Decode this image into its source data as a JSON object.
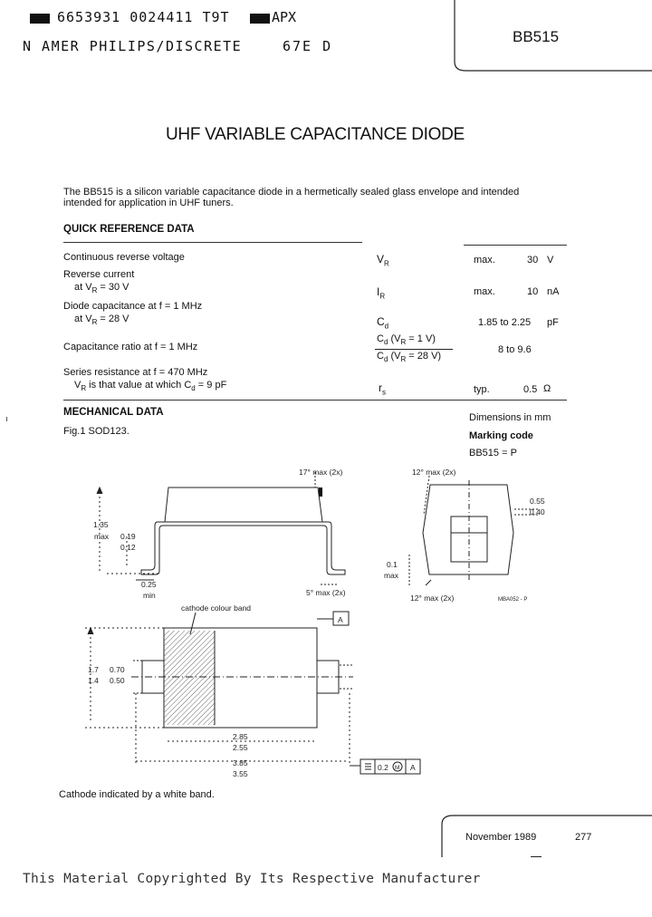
{
  "header": {
    "code_line": "6653931 0024411 T9T",
    "code_suffix": "APX",
    "company": "N AMER PHILIPS/DISCRETE",
    "company_code": "67E D",
    "part_number": "BB515"
  },
  "title": "UHF VARIABLE CAPACITANCE DIODE",
  "intro": {
    "line1": "The BB515 is a silicon variable capacitance diode in a hermetically sealed glass envelope and intended",
    "line2": "intended for application in UHF tuners."
  },
  "quick_reference": {
    "heading": "QUICK REFERENCE DATA",
    "rows": [
      {
        "param": "Continuous reverse voltage",
        "cond": "",
        "symbol": "V",
        "sub": "R",
        "qual": "max.",
        "value": "30",
        "unit": "V"
      },
      {
        "param": "Reverse current",
        "cond": "at V_R = 30 V",
        "symbol": "I",
        "sub": "R",
        "qual": "max.",
        "value": "10",
        "unit": "nA"
      },
      {
        "param": "Diode capacitance at f = 1 MHz",
        "cond": "at V_R = 28 V",
        "symbol": "C",
        "sub": "d",
        "qual": "",
        "value": "1.85 to 2.25",
        "unit": "pF"
      },
      {
        "param": "Capacitance ratio at f = 1 MHz",
        "cond": "",
        "ratio_num": "C_d (V_R = 1 V)",
        "ratio_den": "C_d (V_R = 28 V)",
        "qual": "",
        "value": "8 to 9.6",
        "unit": ""
      },
      {
        "param": "Series resistance at f = 470 MHz",
        "cond": "V_R is that value at which C_d = 9 pF",
        "symbol": "r",
        "sub": "s",
        "qual": "typ.",
        "value": "0.5",
        "unit": "Ω"
      }
    ]
  },
  "mechanical": {
    "heading": "MECHANICAL DATA",
    "figure": "Fig.1  SOD123.",
    "dimensions_note": "Dimensions in mm",
    "marking_heading": "Marking code",
    "marking_value": "BB515 = P",
    "dims": {
      "top_angle": "17° max (2x)",
      "height_135": "1.35",
      "height_max": "max",
      "lead_019": "0.19",
      "lead_012": "0.12",
      "lead_025": "0.25",
      "lead_min": "min",
      "bottom_angle": "5° max (2x)",
      "side_angle_top": "12° max (2x)",
      "side_055": "0.55",
      "side_040": "0.40",
      "side_01": "0.1",
      "side_max": "max",
      "side_angle_bottom": "12° max (2x)",
      "side_ref": "MBA052 - P",
      "cathode_band_label": "cathode colour band",
      "datum_a": "A",
      "w_17": "1.7",
      "w_14": "1.4",
      "w_070": "0.70",
      "w_050": "0.50",
      "len_285": "2.85",
      "len_255": "2.55",
      "len_385": "3.85",
      "len_355": "3.55",
      "tol_val": "0.2",
      "tol_m": "M",
      "tol_a": "A"
    },
    "cathode_note": "Cathode indicated by a white band."
  },
  "footer": {
    "date": "November 1989",
    "page": "277",
    "copyright": "This Material Copyrighted By Its Respective Manufacturer"
  }
}
